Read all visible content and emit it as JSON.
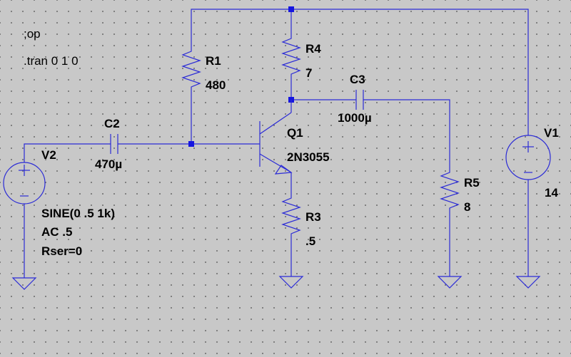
{
  "directives": [
    ";op",
    ".tran 0 1 0"
  ],
  "components": {
    "R1": {
      "name": "R1",
      "value": "480"
    },
    "R3": {
      "name": "R3",
      "value": ".5"
    },
    "R4": {
      "name": "R4",
      "value": "7"
    },
    "R5": {
      "name": "R5",
      "value": "8"
    },
    "C2": {
      "name": "C2",
      "value": "470µ"
    },
    "C3": {
      "name": "C3",
      "value": "1000µ"
    },
    "Q1": {
      "name": "Q1",
      "value": "2N3055"
    },
    "V1": {
      "name": "V1",
      "value": "14"
    },
    "V2": {
      "name": "V2",
      "params": [
        "SINE(0 .5 1k)",
        "AC .5",
        "Rser=0"
      ]
    }
  },
  "colors": {
    "wire": "#2b2bd6",
    "junction": "#1515e0",
    "background": "#c8c8c8",
    "grid_dot": "#6e6e6e"
  }
}
